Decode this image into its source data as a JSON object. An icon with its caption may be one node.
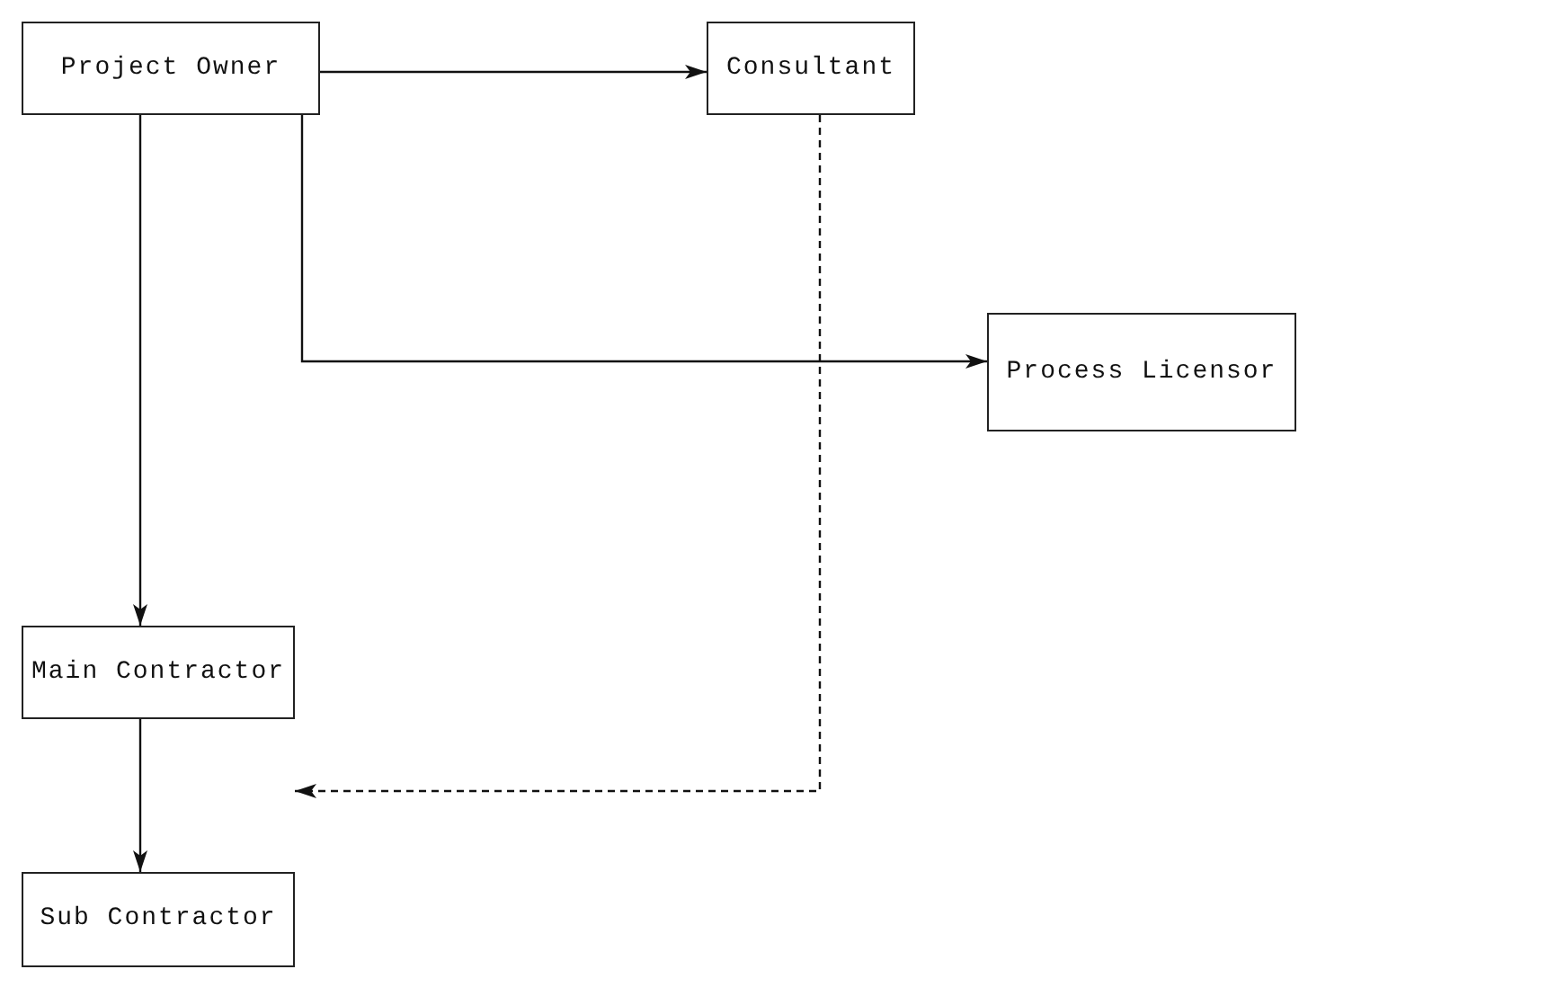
{
  "diagram": {
    "nodes": [
      {
        "text": [
          "Project Owner"
        ]
      },
      {
        "text": [
          "Consultant"
        ]
      },
      {
        "text": [
          "Process Licensor"
        ]
      },
      {
        "text": [
          "Main Contractor"
        ]
      },
      {
        "text": [
          "Sub Contractor"
        ]
      }
    ],
    "edges": [
      {
        "from": 0,
        "to": 1,
        "arrow": "to"
      },
      {
        "from": 0,
        "to": 2,
        "arrow": "to"
      },
      {
        "from": 0,
        "to": 3,
        "arrow": "to"
      },
      {
        "from": 1,
        "to": 3,
        "arrow": "to",
        "style": "dashed"
      },
      {
        "from": 3,
        "to": 4,
        "arrow": "to"
      }
    ]
  }
}
